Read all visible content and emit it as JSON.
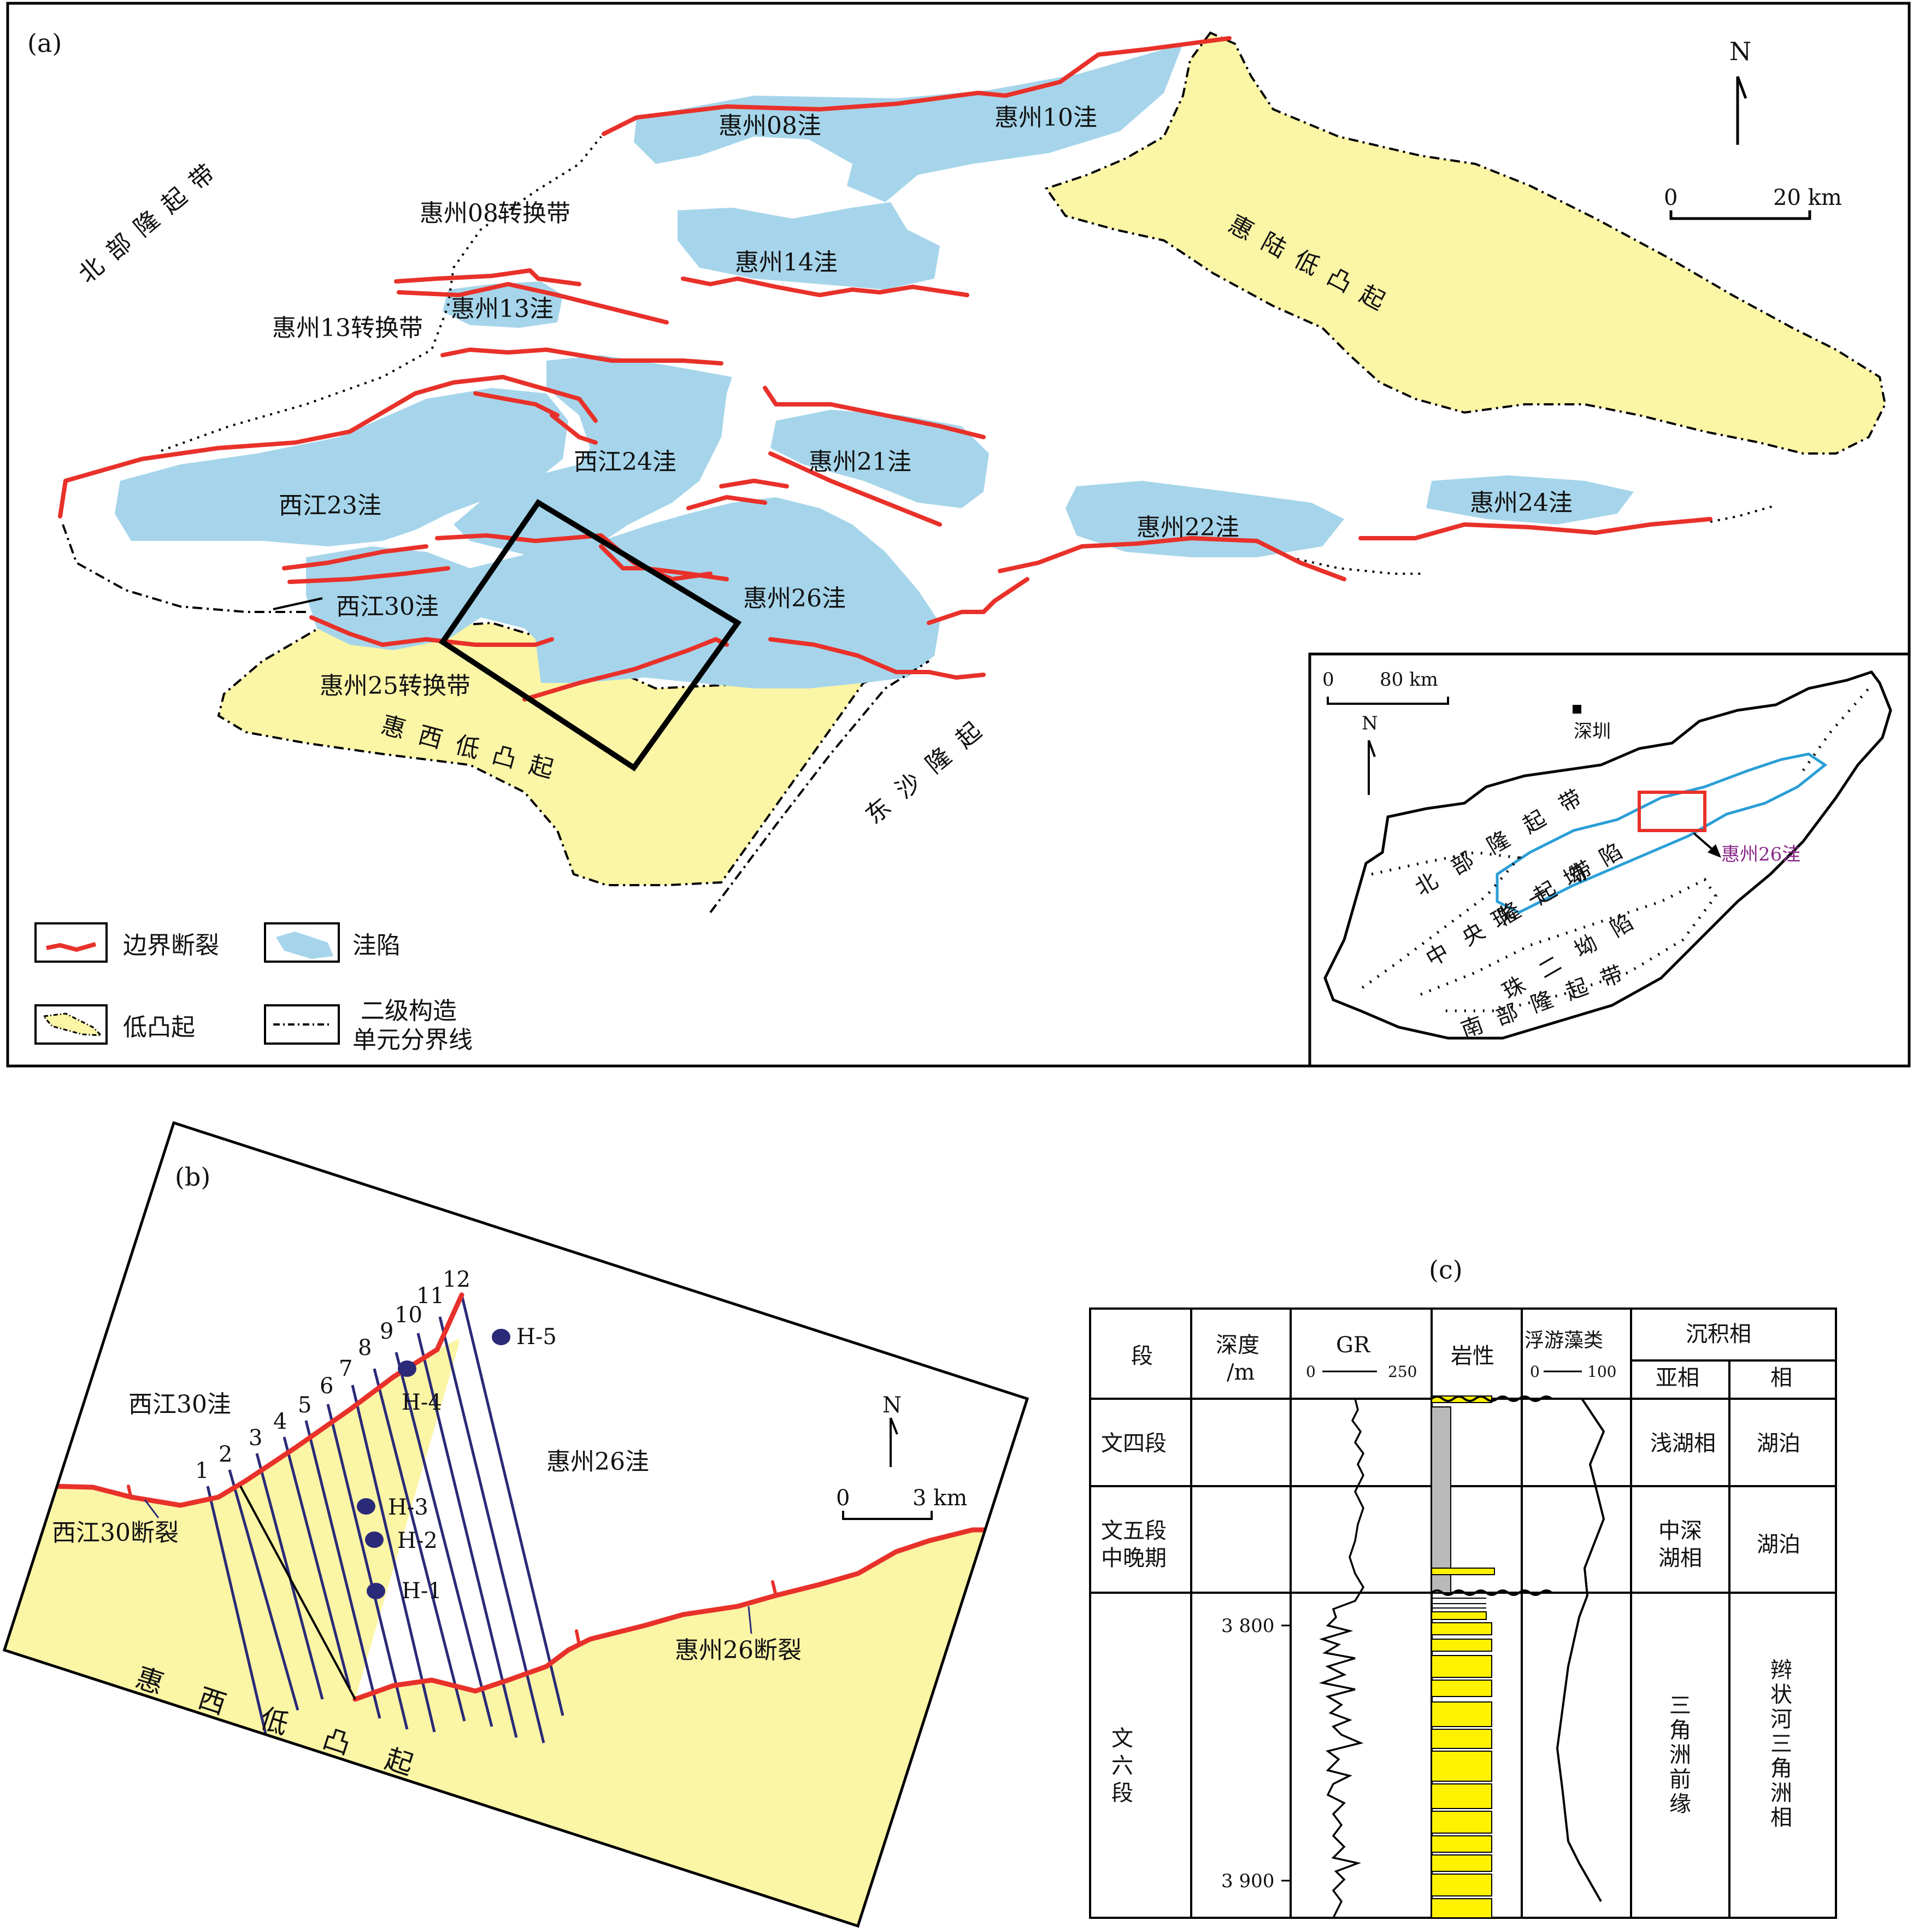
{
  "panel_a": {
    "label": "(a)",
    "north": "N",
    "scale": {
      "zero": "0",
      "end": "20 km"
    },
    "basins": [
      "惠州08洼",
      "惠州10洼",
      "惠州14洼",
      "惠州13洼",
      "西江24洼",
      "惠州21洼",
      "西江23洼",
      "惠州22洼",
      "惠州24洼",
      "西江30洼",
      "惠州26洼"
    ],
    "zones": {
      "north_uplift": "北部隆起带",
      "hz08_transfer": "惠州08转换带",
      "hz13_transfer": "惠州13转换带",
      "hz25_transfer": "惠州25转换带",
      "huilu_low": "惠陆低凸起",
      "huixi_low": "惠西低凸起",
      "dongsha": "东沙隆起"
    },
    "legend": {
      "fault": "边界断裂",
      "depression": "洼陷",
      "low_uplift": "低凸起",
      "boundary_1": "二级构造",
      "boundary_2": "单元分界线"
    },
    "inset": {
      "scale": {
        "zero": "0",
        "end": "80 km"
      },
      "north": "N",
      "city": "深圳",
      "target": "惠州26洼",
      "target_color": "#8a2a8a",
      "units": [
        "北部隆起带",
        "珠一坳陷",
        "中央隆起带",
        "珠二坳陷",
        "南部隆起带"
      ]
    }
  },
  "panel_b": {
    "label": "(b)",
    "north": "N",
    "scale": {
      "zero": "0",
      "end": "3 km"
    },
    "basin_left": "西江30洼",
    "basin_right": "惠州26洼",
    "fault_left": "西江30断裂",
    "fault_right": "惠州26断裂",
    "uplift": "惠西低凸起",
    "line_ids": [
      "1",
      "2",
      "3",
      "4",
      "5",
      "6",
      "7",
      "8",
      "9",
      "10",
      "11",
      "12"
    ],
    "wells": [
      "H-1",
      "H-2",
      "H-3",
      "H-4",
      "H-5"
    ],
    "line_color": "#2a2a78",
    "well_color": "#2a2a78"
  },
  "panel_c": {
    "label": "(c)",
    "headers": {
      "segment": "段",
      "depth": "深度",
      "depth_unit": "/m",
      "gr": "GR",
      "gr_min": "0",
      "gr_max": "250",
      "lithology": "岩性",
      "plankton": "浮游藻类",
      "plk_min": "0",
      "plk_max": "100",
      "facies": "沉积相",
      "subfacies": "亚相",
      "facies_col": "相"
    },
    "depth_ticks": [
      "3 800",
      "3 900"
    ],
    "rows": [
      {
        "segment": [
          "文四段"
        ],
        "subfacies": [
          "浅湖相"
        ],
        "facies": [
          "湖泊"
        ]
      },
      {
        "segment": [
          "文五段",
          "中晚期"
        ],
        "subfacies": [
          "中深",
          "湖相"
        ],
        "facies": [
          "湖泊"
        ]
      },
      {
        "segment": [
          "文六段"
        ],
        "subfacies": [
          "三",
          "角",
          "洲",
          "前",
          "缘"
        ],
        "facies": [
          "辫",
          "状",
          "河",
          "三",
          "角",
          "洲",
          "相"
        ]
      }
    ]
  },
  "colors": {
    "fault": "#e8312a",
    "depression": "#a6d5eb",
    "low_uplift": "#fbf5a6",
    "sand": "#fff200",
    "mud": "#b9b9b9",
    "inset_border": "#2a9ed6",
    "frame": "#000000"
  }
}
